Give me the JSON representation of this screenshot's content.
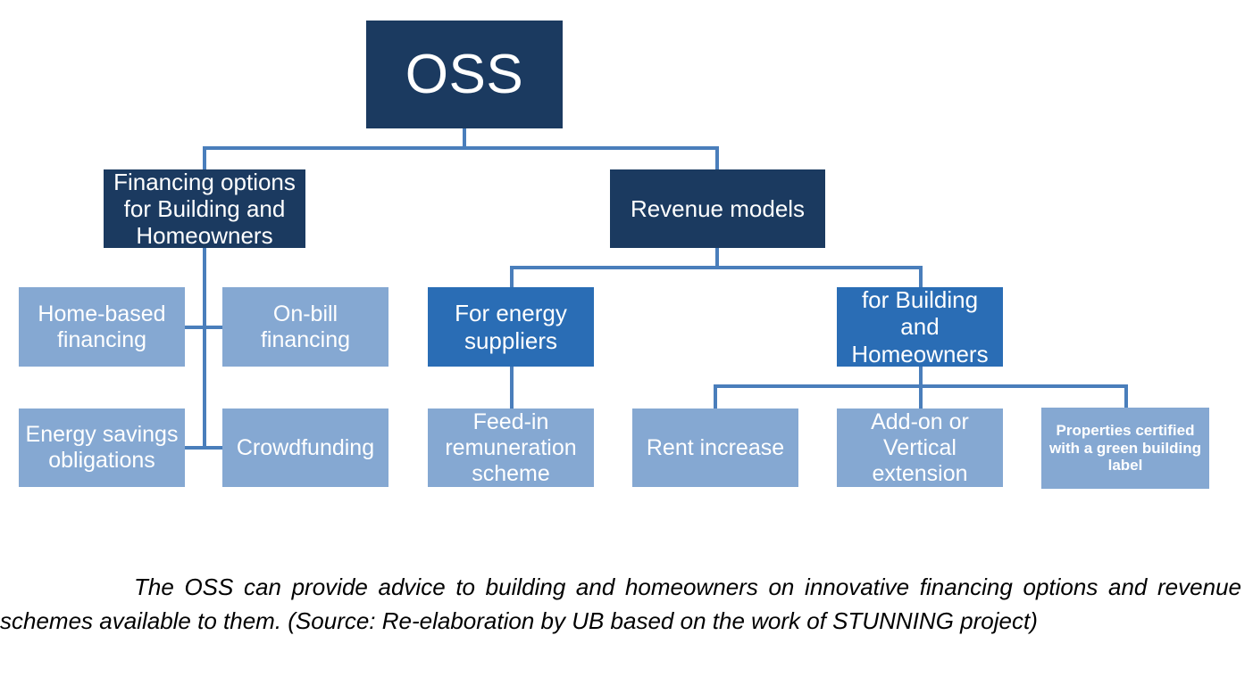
{
  "diagram": {
    "title": "OSS financing options and revenue models",
    "colors": {
      "dark_navy": "#1b3a60",
      "medium_blue": "#2a6db5",
      "light_blue": "#85a8d2",
      "connector": "#4a7ebb",
      "text_on_box": "#ffffff",
      "background": "#ffffff",
      "caption_text": "#000000"
    },
    "root": {
      "label": "OSS"
    },
    "level2": [
      {
        "id": "financing-options",
        "label": "Financing options for Building and Homeowners"
      },
      {
        "id": "revenue-models",
        "label": "Revenue models"
      }
    ],
    "level3": [
      {
        "id": "home-based-financing",
        "label": "Home-based financing"
      },
      {
        "id": "on-bill-financing",
        "label": "On-bill financing"
      },
      {
        "id": "energy-savings-obligations",
        "label": "Energy savings obligations"
      },
      {
        "id": "crowdfunding",
        "label": "Crowdfunding"
      },
      {
        "id": "for-energy-suppliers",
        "label": "For energy suppliers"
      },
      {
        "id": "for-building-and-homeowners",
        "label": "for Building and Homeowners"
      }
    ],
    "level4": [
      {
        "id": "feed-in-remuneration-scheme",
        "label": "Feed-in remuneration scheme"
      },
      {
        "id": "rent-increase",
        "label": "Rent increase"
      },
      {
        "id": "add-on-or-vertical-extension",
        "label": "Add-on or Vertical extension"
      },
      {
        "id": "properties-certified-green-label",
        "label": "Properties certified with a green building label"
      }
    ]
  },
  "caption": {
    "text": "The OSS can provide advice to building and homeowners on innovative financing options and revenue schemes available to them. (Source: Re-elaboration by UB based on the work of STUNNING project)"
  }
}
